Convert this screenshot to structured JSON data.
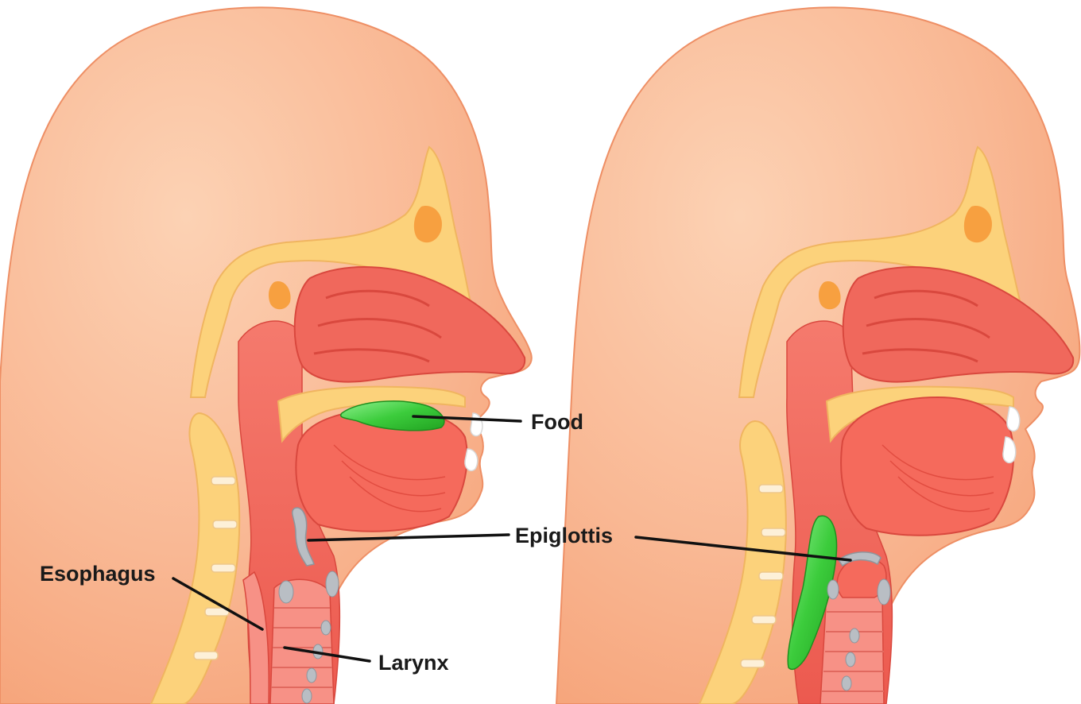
{
  "labels": {
    "food": "Food",
    "epiglottis": "Epiglottis",
    "esophagus": "Esophagus",
    "larynx": "Larynx"
  },
  "colors": {
    "skin": "#f8a97f",
    "skin_light": "#fbc6a5",
    "bone": "#fcd27b",
    "bone_orange": "#f7b04b",
    "mucosa": "#f0685c",
    "mucosa_light": "#f79186",
    "cartilage": "#b9bec4",
    "food": "#3ccc3c",
    "leader_line": "#111111"
  }
}
